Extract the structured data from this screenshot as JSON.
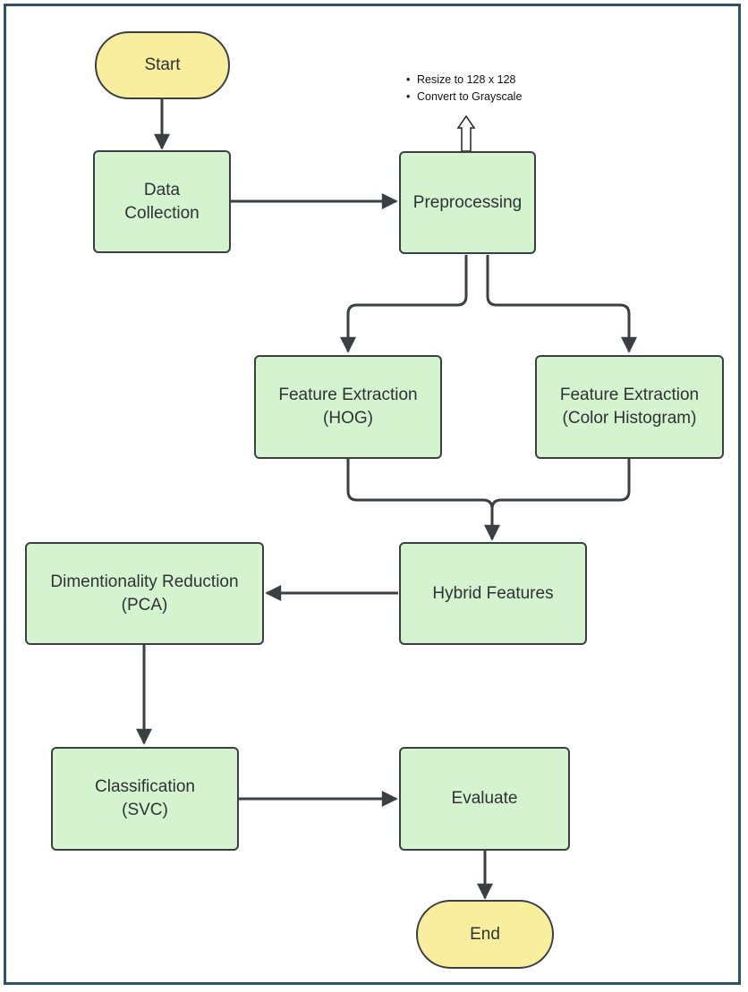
{
  "diagram": {
    "nodes": {
      "start": "Start",
      "data_collection": "Data\nCollection",
      "preprocessing": "Preprocessing",
      "feature_hog": "Feature Extraction\n(HOG)",
      "feature_color": "Feature Extraction\n(Color Histogram)",
      "hybrid": "Hybrid Features",
      "pca": "Dimentionality Reduction\n(PCA)",
      "classification": "Classification\n(SVC)",
      "evaluate": "Evaluate",
      "end": "End"
    },
    "preprocessing_notes": [
      "Resize to 128 x 128",
      "Convert to Grayscale"
    ],
    "colors": {
      "process_fill": "#d6f3cf",
      "terminal_fill": "#f9ee9e",
      "outline": "#3a3f44",
      "frame": "#2f4f6b"
    }
  }
}
